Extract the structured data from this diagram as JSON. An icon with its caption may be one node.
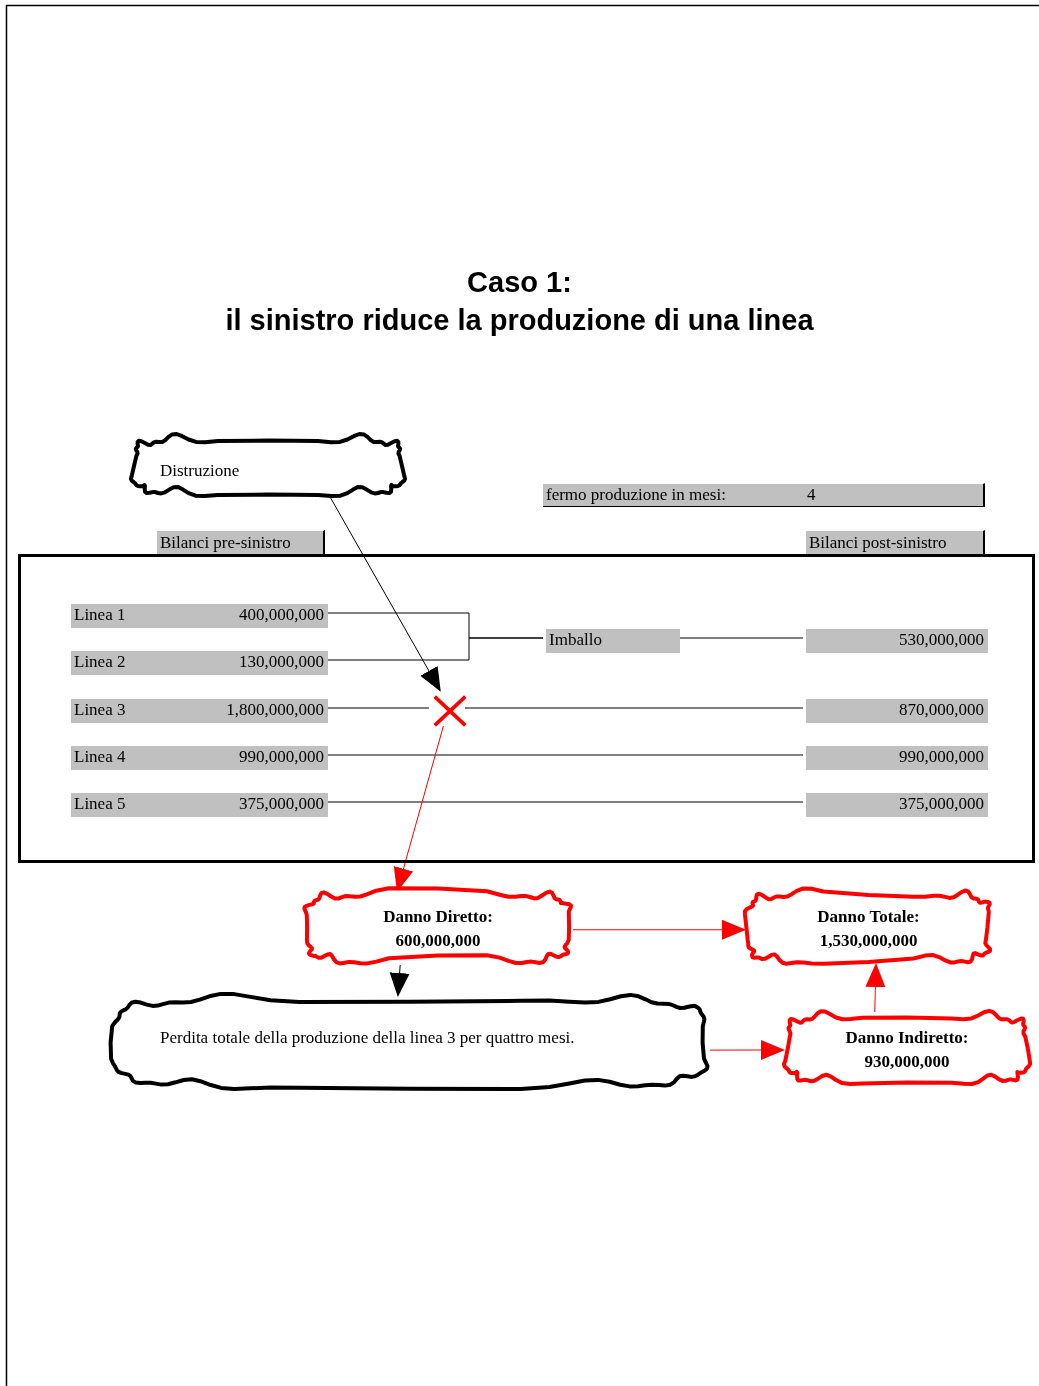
{
  "diagram": {
    "title": "Caso 1: il sinistro riduce la produzione di una linea",
    "nodes": [
      {
        "text": [
          "Distruzione"
        ]
      },
      {
        "text": [
          "fermo produzione in mesi:",
          "4"
        ]
      },
      {
        "text": [
          "Bilanci pre-sinistro"
        ]
      },
      {
        "text": [
          "Bilanci post-sinistro"
        ]
      },
      {
        "text": [],
        "shape": "box"
      },
      {
        "text": [
          "Linea 1",
          "400,000,000"
        ],
        "in": 4
      },
      {
        "text": [
          "Linea 2",
          "130,000,000"
        ],
        "in": 4
      },
      {
        "text": [
          "Linea 3",
          "1,800,000,000"
        ],
        "in": 4
      },
      {
        "text": [
          "Linea 4",
          "990,000,000"
        ],
        "in": 4
      },
      {
        "text": [
          "Linea 5",
          "375,000,000"
        ],
        "in": 4
      },
      {
        "text": [
          "Imballo"
        ],
        "in": 4
      },
      {
        "text": [
          "530,000,000"
        ],
        "in": 4
      },
      {
        "text": [
          "870,000,000"
        ],
        "in": 4
      },
      {
        "text": [
          "990,000,000"
        ],
        "in": 4
      },
      {
        "text": [
          "375,000,000"
        ],
        "in": 4
      },
      {
        "text": [],
        "shape": "cross",
        "in": 4
      },
      {
        "text": [
          "Danno Diretto:",
          "600,000,000"
        ]
      },
      {
        "text": [
          "Danno Totale:",
          "1,530,000,000"
        ]
      },
      {
        "text": [
          "Perdita totale della produzione della linea 3 per quattro mesi."
        ]
      },
      {
        "text": [
          "Danno Indiretto:",
          "930,000,000"
        ]
      }
    ],
    "edges": [
      {
        "from": 5,
        "to": 10,
        "arrow": "none"
      },
      {
        "from": 6,
        "to": 10,
        "arrow": "none"
      },
      {
        "from": 10,
        "to": 11,
        "arrow": "none"
      },
      {
        "from": 7,
        "to": 15,
        "arrow": "none"
      },
      {
        "from": 15,
        "to": 12,
        "arrow": "none"
      },
      {
        "from": 8,
        "to": 13,
        "arrow": "none"
      },
      {
        "from": 9,
        "to": 14,
        "arrow": "none"
      },
      {
        "from": 0,
        "to": 15,
        "arrow": "to"
      },
      {
        "from": 15,
        "to": 16,
        "arrow": "to",
        "color": "#ff0000"
      },
      {
        "from": 16,
        "to": 17,
        "arrow": "to",
        "color": "#ff0000"
      },
      {
        "from": 16,
        "to": 18,
        "arrow": "to"
      },
      {
        "from": 18,
        "to": 19,
        "arrow": "to",
        "color": "#ff0000"
      },
      {
        "from": 19,
        "to": 17,
        "arrow": "to",
        "color": "#ff0000"
      }
    ]
  }
}
